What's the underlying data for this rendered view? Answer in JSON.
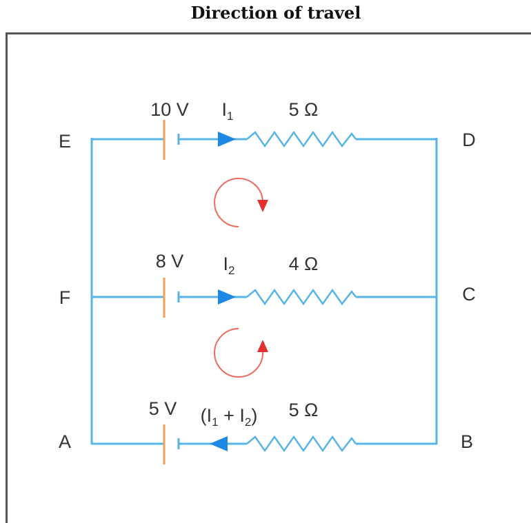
{
  "title": "Direction of travel",
  "nodes": {
    "E": "E",
    "D": "D",
    "F": "F",
    "C": "C",
    "A": "A",
    "B": "B"
  },
  "branches": {
    "top": {
      "emf": "10 V",
      "current": "I",
      "current_sub": "1",
      "resistance": "5 Ω"
    },
    "middle": {
      "emf": "8 V",
      "current": "I",
      "current_sub": "2",
      "resistance": "4 Ω"
    },
    "bottom": {
      "emf": "5 V",
      "current_parts": [
        "(I",
        "1",
        " + I",
        "2",
        ")"
      ],
      "resistance": "5 Ω"
    }
  },
  "colors": {
    "wire": "#56b4e6",
    "cell_long_plate": "#f0a050",
    "current_arrow": "#1e88e5",
    "loop_arrow": "#ee6a60",
    "loop_arrowhead": "#e53030"
  },
  "loops": {
    "upper": {
      "direction": "clockwise",
      "icon": "clockwise-arrow-icon"
    },
    "lower": {
      "direction": "counterclockwise",
      "icon": "counterclockwise-arrow-icon"
    }
  }
}
